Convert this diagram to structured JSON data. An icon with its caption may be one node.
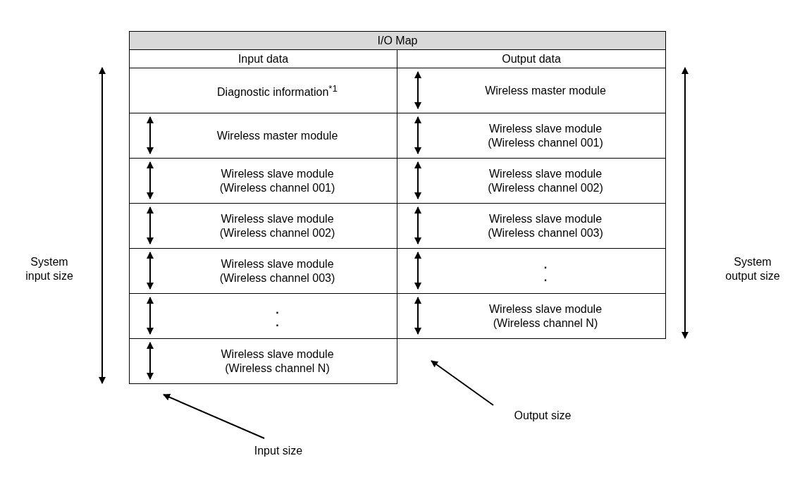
{
  "diagram": {
    "nodes": [
      {
        "text": [
          "Input size"
        ]
      },
      {
        "text": [
          "Output size"
        ]
      },
      {
        "text": [],
        "shape": "arrow"
      },
      {
        "text": [],
        "shape": "arrow"
      }
    ],
    "edges": [
      {
        "from": 0,
        "to": 2,
        "arrow": "to"
      },
      {
        "from": 1,
        "to": 3,
        "arrow": "to"
      }
    ],
    "labels": [
      "I/O Map",
      "Input data",
      "Output data",
      "Diagnostic information$^{*1}$",
      "Wireless master module",
      "Wireless master module",
      "Wireless slave module (Wireless channel 001)",
      "Wireless slave module (Wireless channel 001)",
      "Wireless slave module (Wireless channel 002)",
      "Wireless slave module (Wireless channel 002)",
      "Wireless slave module (Wireless channel 003)",
      "Wireless slave module (Wireless channel 003)",
      ". .",
      ". .",
      "Wireless slave module (Wireless channel N)",
      "Wireless slave module (Wireless channel N)",
      "System input size",
      "System output size"
    ]
  }
}
